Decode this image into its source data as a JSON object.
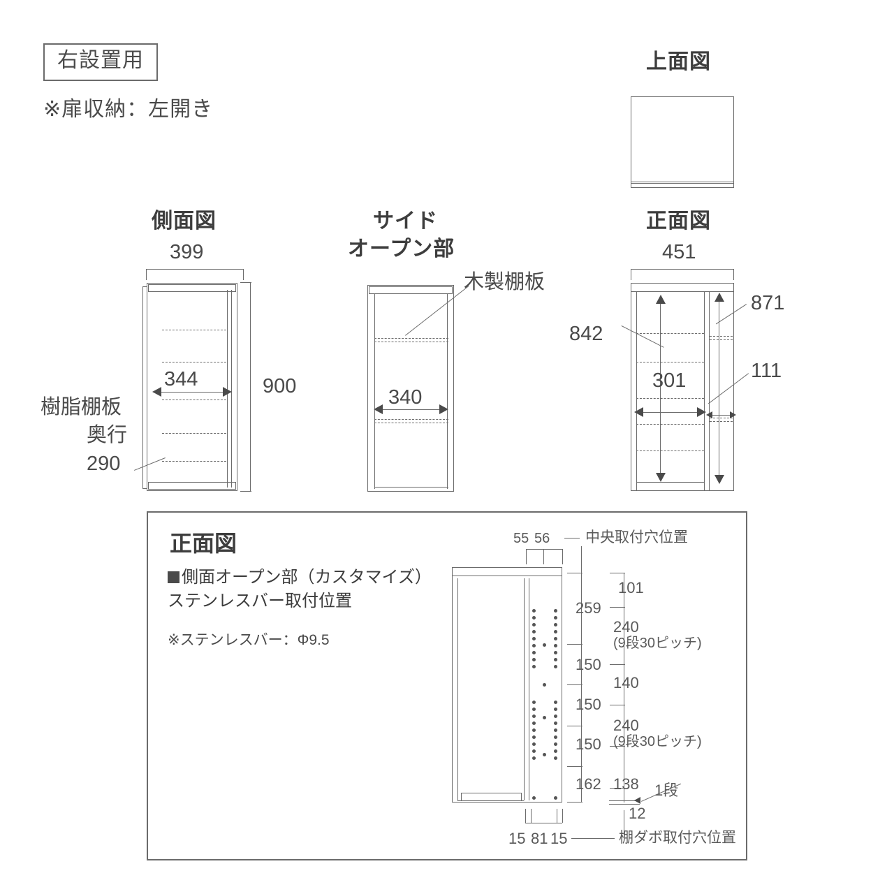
{
  "header": {
    "badge": "右設置用",
    "note": "※扉収納：左開き"
  },
  "views": {
    "top": {
      "title": "上面図"
    },
    "side": {
      "title": "側面図",
      "width_dim": "399",
      "height_dim": "900",
      "inner_dim": "344",
      "shelf_note_line1": "樹脂棚板",
      "shelf_note_line2": "奥行",
      "shelf_note_line3": "290"
    },
    "side_open": {
      "title_line1": "サイド",
      "title_line2": "オープン部",
      "shelf_label": "木製棚板",
      "inner_dim": "340"
    },
    "front": {
      "title": "正面図",
      "width_dim": "451",
      "left_height_dim": "842",
      "right_height_dim": "871",
      "inner_width_dim": "301",
      "side_width_dim": "111"
    }
  },
  "panel": {
    "title": "正面図",
    "line1": "側面オープン部（カスタマイズ）",
    "line2": "ステンレスバー取付位置",
    "line3": "※ステンレスバー：Φ9.5",
    "top_dims": {
      "a": "55",
      "b": "56"
    },
    "top_label": "中央取付穴位置",
    "bottom_dims": {
      "a": "15",
      "b": "81",
      "c": "15"
    },
    "bottom_label": "棚ダボ取付穴位置",
    "left_column": [
      "259",
      "150",
      "150",
      "150",
      "162"
    ],
    "right_column": [
      {
        "value": "101",
        "sub": ""
      },
      {
        "value": "240",
        "sub": "(9段30ピッチ)"
      },
      {
        "value": "140",
        "sub": ""
      },
      {
        "value": "240",
        "sub": "(9段30ピッチ)"
      },
      {
        "value": "138",
        "sub": ""
      }
    ],
    "tier_label": "1段",
    "tier_dim": "12"
  },
  "colors": {
    "line": "#6b6b6b",
    "text": "#4a4a4a",
    "background": "#ffffff"
  }
}
